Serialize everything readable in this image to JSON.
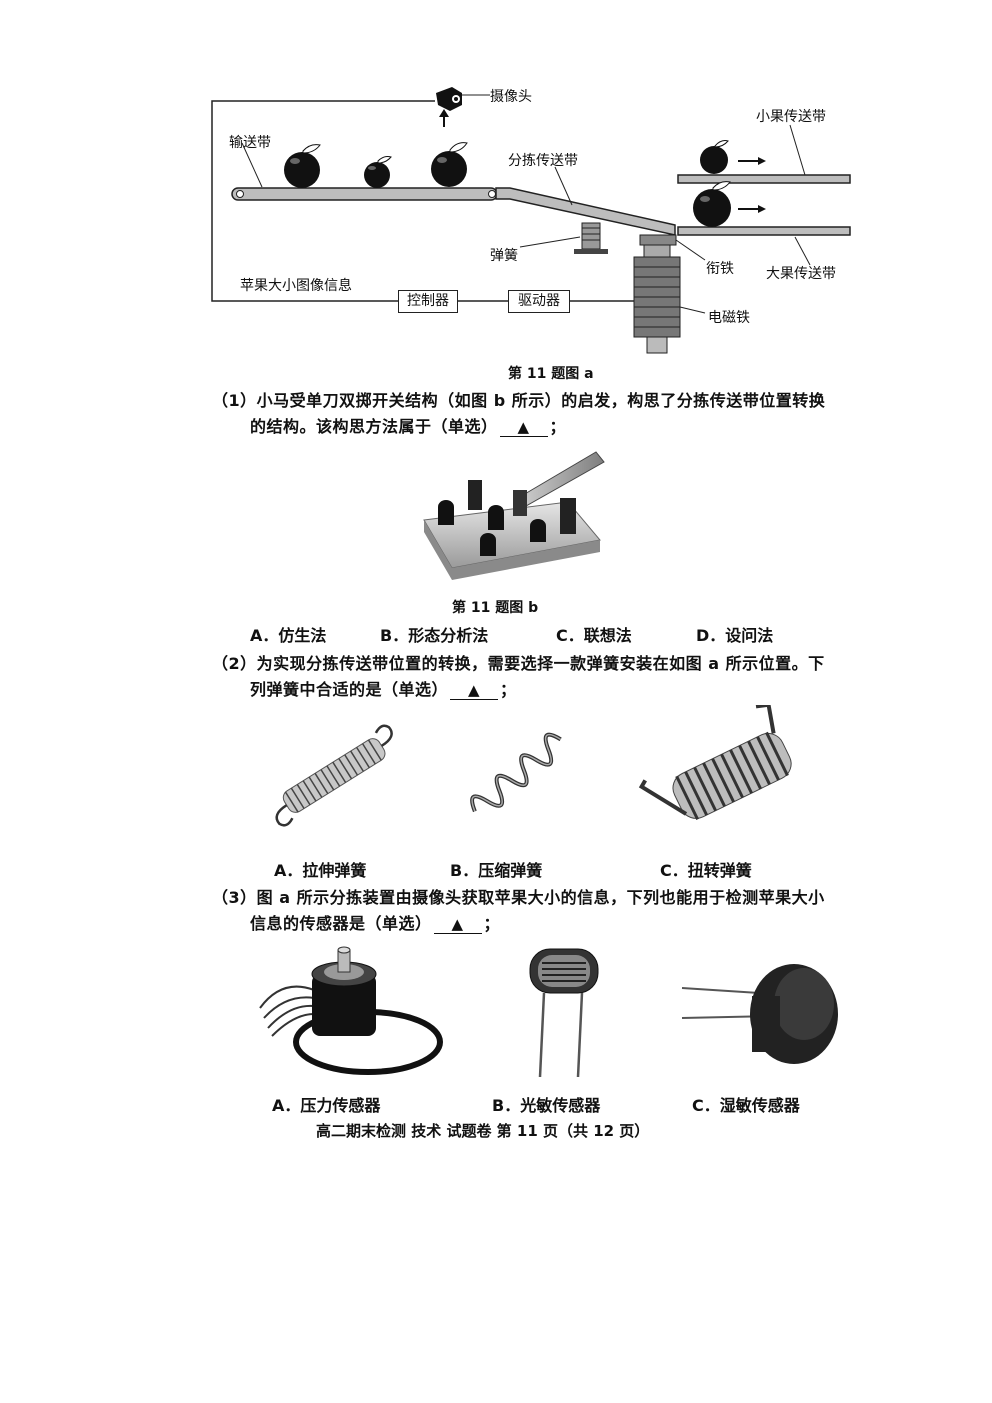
{
  "figure_a": {
    "labels": {
      "camera": "摄像头",
      "conveyor": "输送带",
      "sorting_belt": "分拣传送带",
      "small_belt": "小果传送带",
      "large_belt": "大果传送带",
      "spring": "弹簧",
      "armature": "衔铁",
      "image_info": "苹果大小图像信息",
      "controller": "控制器",
      "driver": "驱动器",
      "electromagnet": "电磁铁"
    },
    "caption": "第 11 题图 a"
  },
  "q1": {
    "line1": "（1）小马受单刀双掷开关结构（如图 b 所示）的启发，构思了分拣传送带位置转换",
    "line2_pre": "的结构。该构思方法属于（单选）",
    "blank_symbol": "▲",
    "line2_post": "；",
    "figure_caption": "第 11 题图 b",
    "options": [
      "A．仿生法",
      "B．形态分析法",
      "C．联想法",
      "D．设问法"
    ]
  },
  "q2": {
    "line1": "（2）为实现分拣传送带位置的转换，需要选择一款弹簧安装在如图 a 所示位置。下",
    "line2_pre": "列弹簧中合适的是（单选）",
    "blank_symbol": "▲",
    "line2_post": "；",
    "options": [
      "A．拉伸弹簧",
      "B．压缩弹簧",
      "C．扭转弹簧"
    ]
  },
  "q3": {
    "line1": "（3）图 a 所示分拣装置由摄像头获取苹果大小的信息，下列也能用于检测苹果大小",
    "line2_pre": "信息的传感器是（单选）",
    "blank_symbol": "▲",
    "line2_post": "；",
    "options": [
      "A．压力传感器",
      "B．光敏传感器",
      "C．湿敏传感器"
    ]
  },
  "footer": "高二期末检测  技术  试题卷  第 11 页（共 12 页）"
}
